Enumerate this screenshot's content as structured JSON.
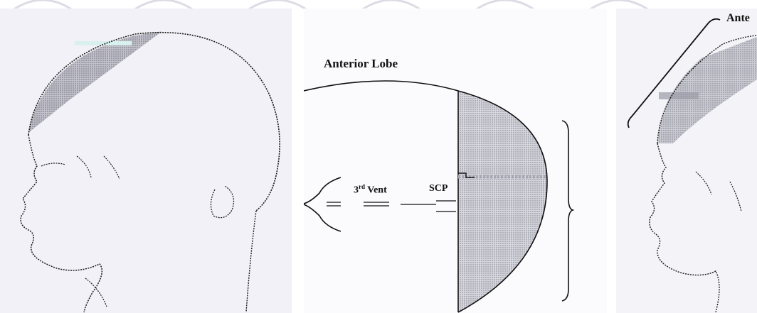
{
  "labels": {
    "anterior_lobe": "Anterior Lobe",
    "third_vent_main": "3",
    "third_vent_sup": "rd",
    "third_vent_tail": " Vent",
    "scp": "SCP",
    "anterior_cut": "Ante"
  },
  "colors": {
    "shade_fill": "#c9c9d2",
    "line": "#111111",
    "panel_left_bg": "#f2f1f7",
    "panel_right_bg": "#f4f3f8"
  }
}
